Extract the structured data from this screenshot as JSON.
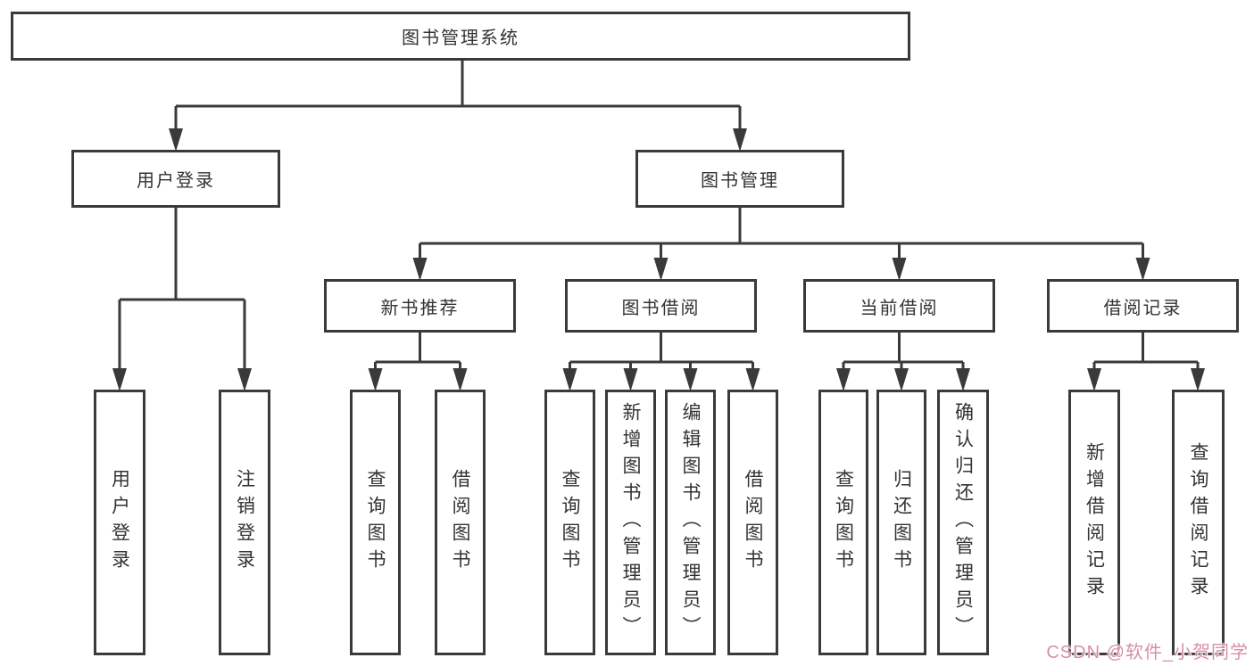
{
  "tree": {
    "root": {
      "label": "图书管理系统",
      "children": [
        {
          "label": "用户登录",
          "children": [
            {
              "label": "用户登录"
            },
            {
              "label": "注销登录"
            }
          ]
        },
        {
          "label": "图书管理",
          "children": [
            {
              "label": "新书推荐",
              "children": [
                {
                  "label": "查询图书"
                },
                {
                  "label": "借阅图书"
                }
              ]
            },
            {
              "label": "图书借阅",
              "children": [
                {
                  "label": "查询图书"
                },
                {
                  "label": "新增图书（管理员）"
                },
                {
                  "label": "编辑图书（管理员）"
                },
                {
                  "label": "借阅图书"
                }
              ]
            },
            {
              "label": "当前借阅",
              "children": [
                {
                  "label": "查询图书"
                },
                {
                  "label": "归还图书"
                },
                {
                  "label": "确认归还（管理员）"
                }
              ]
            },
            {
              "label": "借阅记录",
              "children": [
                {
                  "label": "新增借阅记录"
                },
                {
                  "label": "查询借阅记录"
                }
              ]
            }
          ]
        }
      ]
    }
  },
  "watermark": {
    "text": "CSDN @软件_小贺同学"
  },
  "colors": {
    "line": "#3a3a3a",
    "text": "#333333",
    "background": "#ffffff",
    "watermark": "#d98fa4"
  }
}
